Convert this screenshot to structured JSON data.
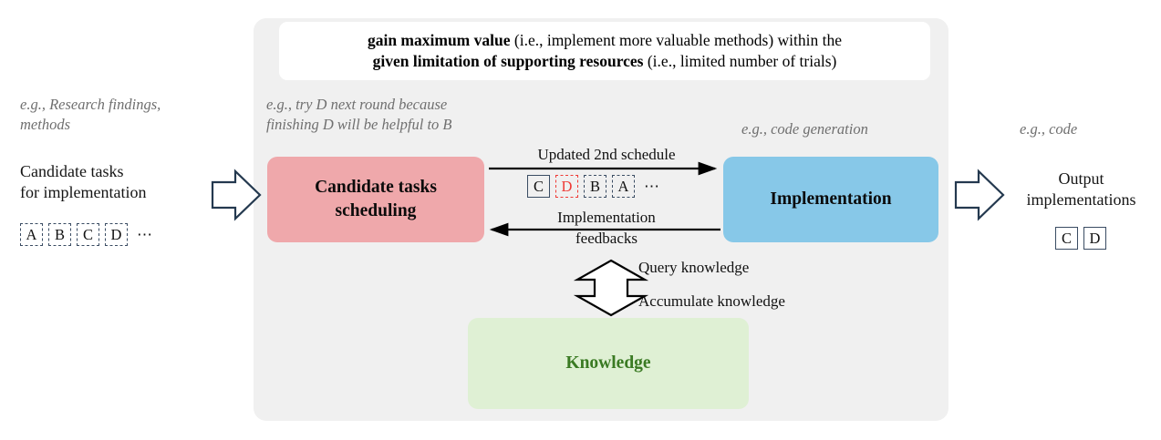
{
  "goal_banner": {
    "line1_bold": "gain maximum value",
    "line1_rest": " (i.e., implement more valuable methods) within the",
    "line2_bold": "given limitation of supporting resources",
    "line2_rest": " (i.e., limited number of trials)"
  },
  "left_column": {
    "example_note": "e.g., Research findings,\nmethods",
    "caption": "Candidate tasks\nfor implementation",
    "chips": [
      "A",
      "B",
      "C",
      "D"
    ],
    "ellipsis": "⋯"
  },
  "scheduling": {
    "example_note": "e.g., try D next round because\nfinishing D will be helpful to B",
    "box_label": "Candidate tasks\nscheduling"
  },
  "implementation": {
    "example_note": "e.g., code generation",
    "box_label": "Implementation"
  },
  "knowledge": {
    "box_label": "Knowledge",
    "query_label": "Query knowledge",
    "accumulate_label": "Accumulate knowledge"
  },
  "flow": {
    "forward_label": "Updated 2nd schedule",
    "backward_label_top": "Implementation",
    "backward_label_bottom": "feedbacks",
    "schedule_chips": [
      {
        "letter": "C",
        "style": "solid"
      },
      {
        "letter": "D",
        "style": "red"
      },
      {
        "letter": "B",
        "style": "dashed"
      },
      {
        "letter": "A",
        "style": "dashed"
      }
    ],
    "schedule_ellipsis": "⋯"
  },
  "right_column": {
    "example_note": "e.g., code",
    "caption": "Output\nimplementations",
    "chips": [
      "C",
      "D"
    ]
  },
  "colors": {
    "panel_bg": "#f0f0f0",
    "banner_bg": "#ffffff",
    "scheduling_box": "#efa8ab",
    "implementation_box": "#87c8e8",
    "knowledge_box": "#dff0d4",
    "knowledge_text": "#3a7a23",
    "highlight_red": "#ef3b36",
    "chip_border": "#3a4c63",
    "block_arrow_stroke": "#24394f",
    "note_text": "#6f6f6f"
  }
}
